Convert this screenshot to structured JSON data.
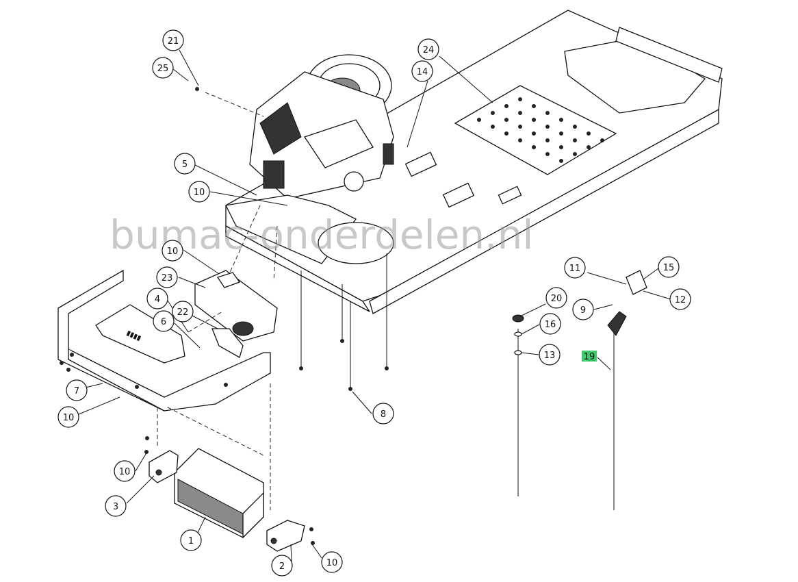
{
  "watermark": "bumac-onderdelen.nl",
  "callouts": [
    {
      "id": "c21",
      "label": "21"
    },
    {
      "id": "c25",
      "label": "25"
    },
    {
      "id": "c24",
      "label": "24"
    },
    {
      "id": "c14",
      "label": "14"
    },
    {
      "id": "c5",
      "label": "5"
    },
    {
      "id": "c10a",
      "label": "10"
    },
    {
      "id": "c10b",
      "label": "10"
    },
    {
      "id": "c23",
      "label": "23"
    },
    {
      "id": "c4",
      "label": "4"
    },
    {
      "id": "c22",
      "label": "22"
    },
    {
      "id": "c6",
      "label": "6"
    },
    {
      "id": "c7",
      "label": "7"
    },
    {
      "id": "c10c",
      "label": "10"
    },
    {
      "id": "c8a",
      "label": "8"
    },
    {
      "id": "c11",
      "label": "11"
    },
    {
      "id": "c15",
      "label": "15"
    },
    {
      "id": "c12",
      "label": "12"
    },
    {
      "id": "c20",
      "label": "20"
    },
    {
      "id": "c9",
      "label": "9"
    },
    {
      "id": "c16",
      "label": "16"
    },
    {
      "id": "c13",
      "label": "13"
    },
    {
      "id": "c19",
      "label": "19"
    },
    {
      "id": "c10d",
      "label": "10"
    },
    {
      "id": "c3",
      "label": "3"
    },
    {
      "id": "c1",
      "label": "1"
    },
    {
      "id": "c2",
      "label": "2"
    },
    {
      "id": "c10e",
      "label": "10"
    }
  ],
  "highlight_color": "#3ec96a"
}
